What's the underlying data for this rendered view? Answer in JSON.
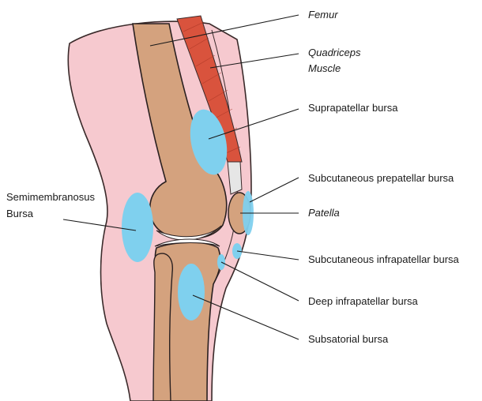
{
  "labels": {
    "femur": "Femur",
    "quadriceps_line1": "Quadriceps",
    "quadriceps_line2": "Muscle",
    "suprapatellar": "Suprapatellar bursa",
    "semimembranosus_line1": "Semimembranosus",
    "semimembranosus_line2": "Bursa",
    "subcutaneous_prepatellar": "Subcutaneous prepatellar bursa",
    "patella": "Patella",
    "subcutaneous_infrapatellar": "Subcutaneous infrapatellar bursa",
    "deep_infrapatellar": "Deep infrapatellar bursa",
    "subsatorial": "Subsatorial bursa"
  },
  "colors": {
    "skin": "#f6c9cf",
    "skin_outline": "#3a2a2a",
    "bone": "#d4a27e",
    "bone_outline": "#2a2020",
    "muscle": "#d9533d",
    "bursa": "#7fd0ee",
    "cartilage": "#ffffff",
    "tendon": "#e6e6e6",
    "leader_line": "#1a1a1a"
  }
}
